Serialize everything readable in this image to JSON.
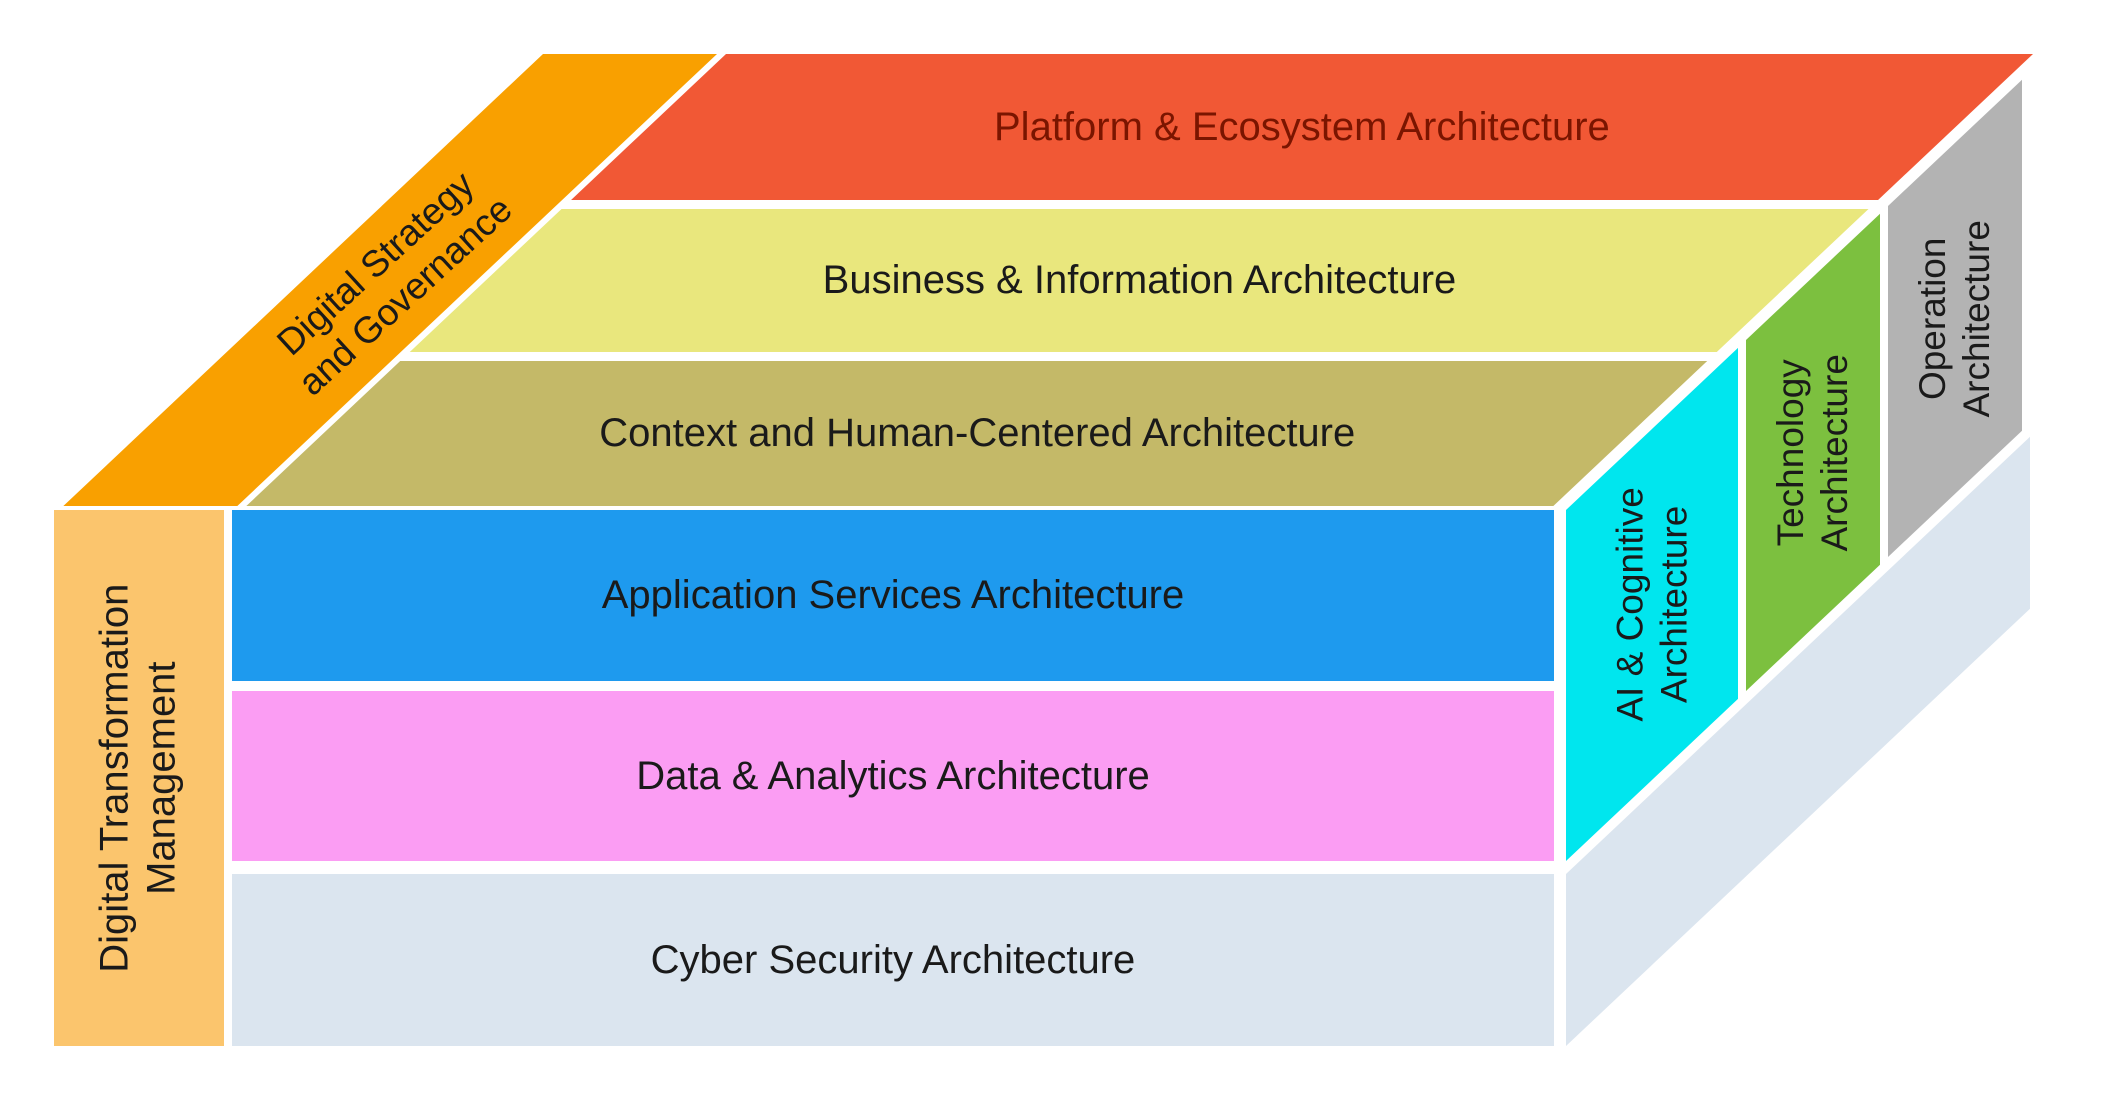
{
  "diagram": {
    "background_color": "#ffffff",
    "top_bands": [
      {
        "label": "Platform & Ecosystem Architecture",
        "color": "#f15835",
        "text_color": "#7a1500"
      },
      {
        "label": "Business & Information Architecture",
        "color": "#e9e77d",
        "text_color": "#1a1a1a"
      },
      {
        "label": "Context and Human-Centered Architecture",
        "color": "#c4b968",
        "text_color": "#1a1a1a"
      }
    ],
    "front_layers": [
      {
        "label": "Application Services Architecture",
        "color": "#1e9aee"
      },
      {
        "label": "Data & Analytics Architecture",
        "color": "#fb9df3"
      },
      {
        "label": "Cyber Security Architecture",
        "color": "#dbe5ef"
      }
    ],
    "left_bands": {
      "strategy": {
        "label_line1": "Digital Strategy",
        "label_line2": "and Governance",
        "color": "#f9a000"
      },
      "transformation": {
        "label_line1": "Digital Transformation",
        "label_line2": "Management",
        "color": "#fbc56d"
      }
    },
    "side_panels": [
      {
        "label_line1": "AI & Cognitive",
        "label_line2": "Architecture",
        "color": "#00e6ee"
      },
      {
        "label_line1": "Technology",
        "label_line2": "Architecture",
        "color": "#7cc03f"
      },
      {
        "label_line1": "Operation",
        "label_line2": "Architecture",
        "color": "#b3b3b3"
      }
    ],
    "base": {
      "color": "#dbe5ef"
    }
  }
}
